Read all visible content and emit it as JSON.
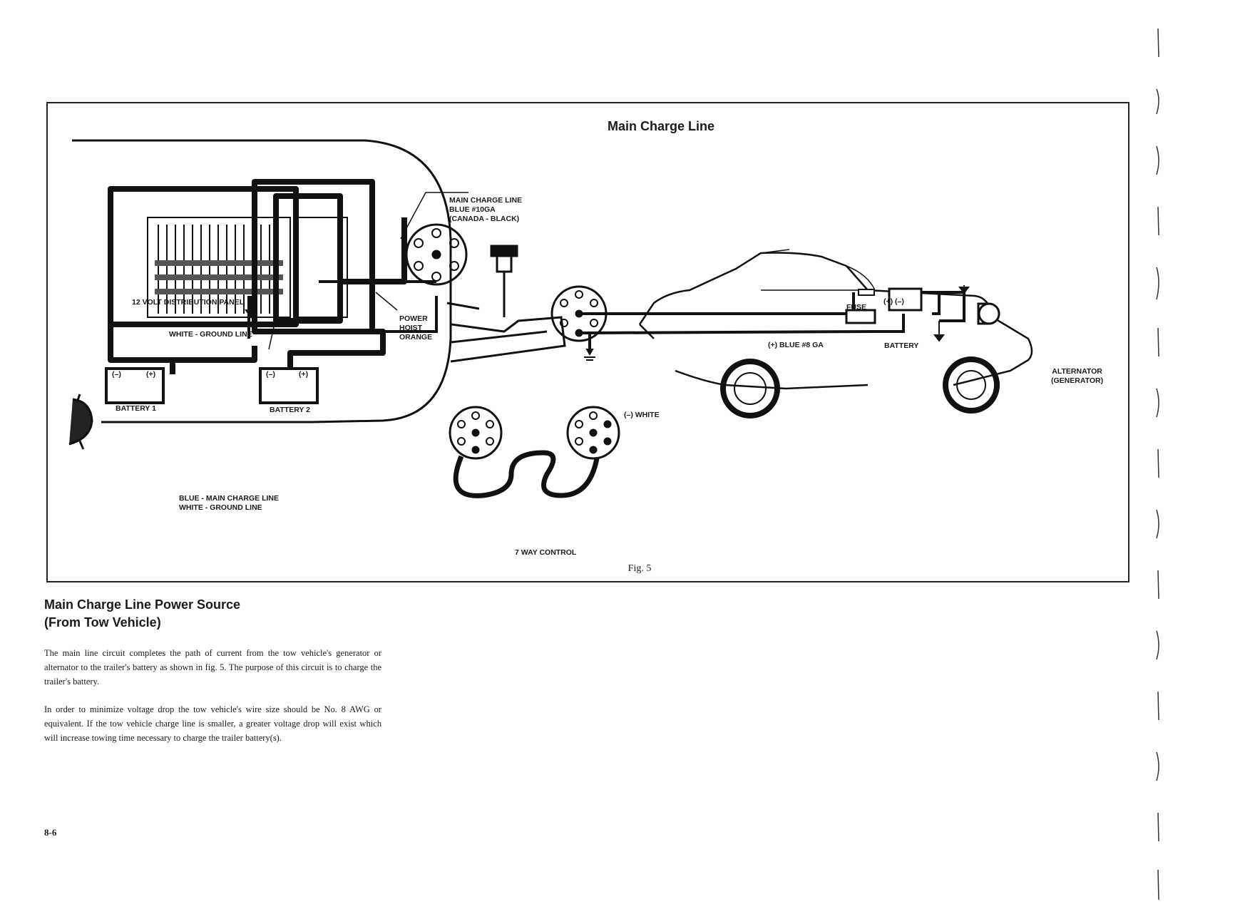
{
  "figure": {
    "title": "Main Charge Line",
    "caption": "Fig. 5",
    "labels": {
      "main_charge_line": [
        "MAIN CHARGE LINE",
        "BLUE #10GA",
        "(CANADA - BLACK)"
      ],
      "distribution_panel": "12 VOLT DISTRIBUTION PANEL",
      "white_ground_line": "WHITE - GROUND LINE",
      "battery1_terminals": [
        "(–)",
        "(+)"
      ],
      "battery1": "BATTERY 1",
      "battery2_terminals": [
        "(–)",
        "(+)"
      ],
      "battery2": "BATTERY 2",
      "power_hoist": [
        "POWER",
        "HOIST",
        "ORANGE"
      ],
      "legend": [
        "BLUE - MAIN CHARGE LINE",
        "WHITE - GROUND LINE"
      ],
      "seven_way": "7 WAY CONTROL",
      "fuse": "FUSE",
      "vehicle_battery_terminals": "(+)  (–)",
      "vehicle_battery": "BATTERY",
      "blue_8ga": "(+) BLUE #8 GA",
      "alternator": [
        "ALTERNATOR",
        "(GENERATOR)"
      ],
      "neg_white": "(–) WHITE"
    }
  },
  "section": {
    "heading": [
      "Main Charge Line Power Source",
      "(From Tow Vehicle)"
    ],
    "paragraphs": [
      "The main line circuit completes the path of current from the tow vehicle's generator or alternator to the trailer's battery as shown in fig. 5. The purpose of this circuit is to charge the trailer's battery.",
      "In order to minimize voltage drop the tow vehicle's wire size should be No. 8 AWG or equivalent. If the tow vehicle charge line is smaller, a greater voltage drop will exist which will increase towing time necessary to charge the trailer battery(s)."
    ]
  },
  "page_number": "8-6"
}
